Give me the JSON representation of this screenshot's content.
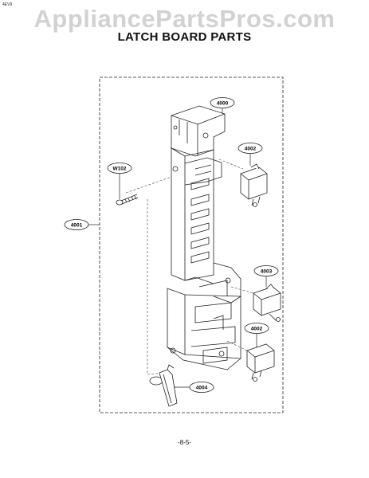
{
  "watermark": "AppliancePartsPros.com",
  "corner_code": "4EV9",
  "title": "LATCH BOARD PARTS",
  "page_number": "-8-5-",
  "callouts": {
    "latch_body": "4000",
    "switch_top": "4002",
    "screw": "W102",
    "board_assembly": "4001",
    "switch_middle": "4003",
    "switch_bottom": "4002",
    "lever": "4004"
  }
}
